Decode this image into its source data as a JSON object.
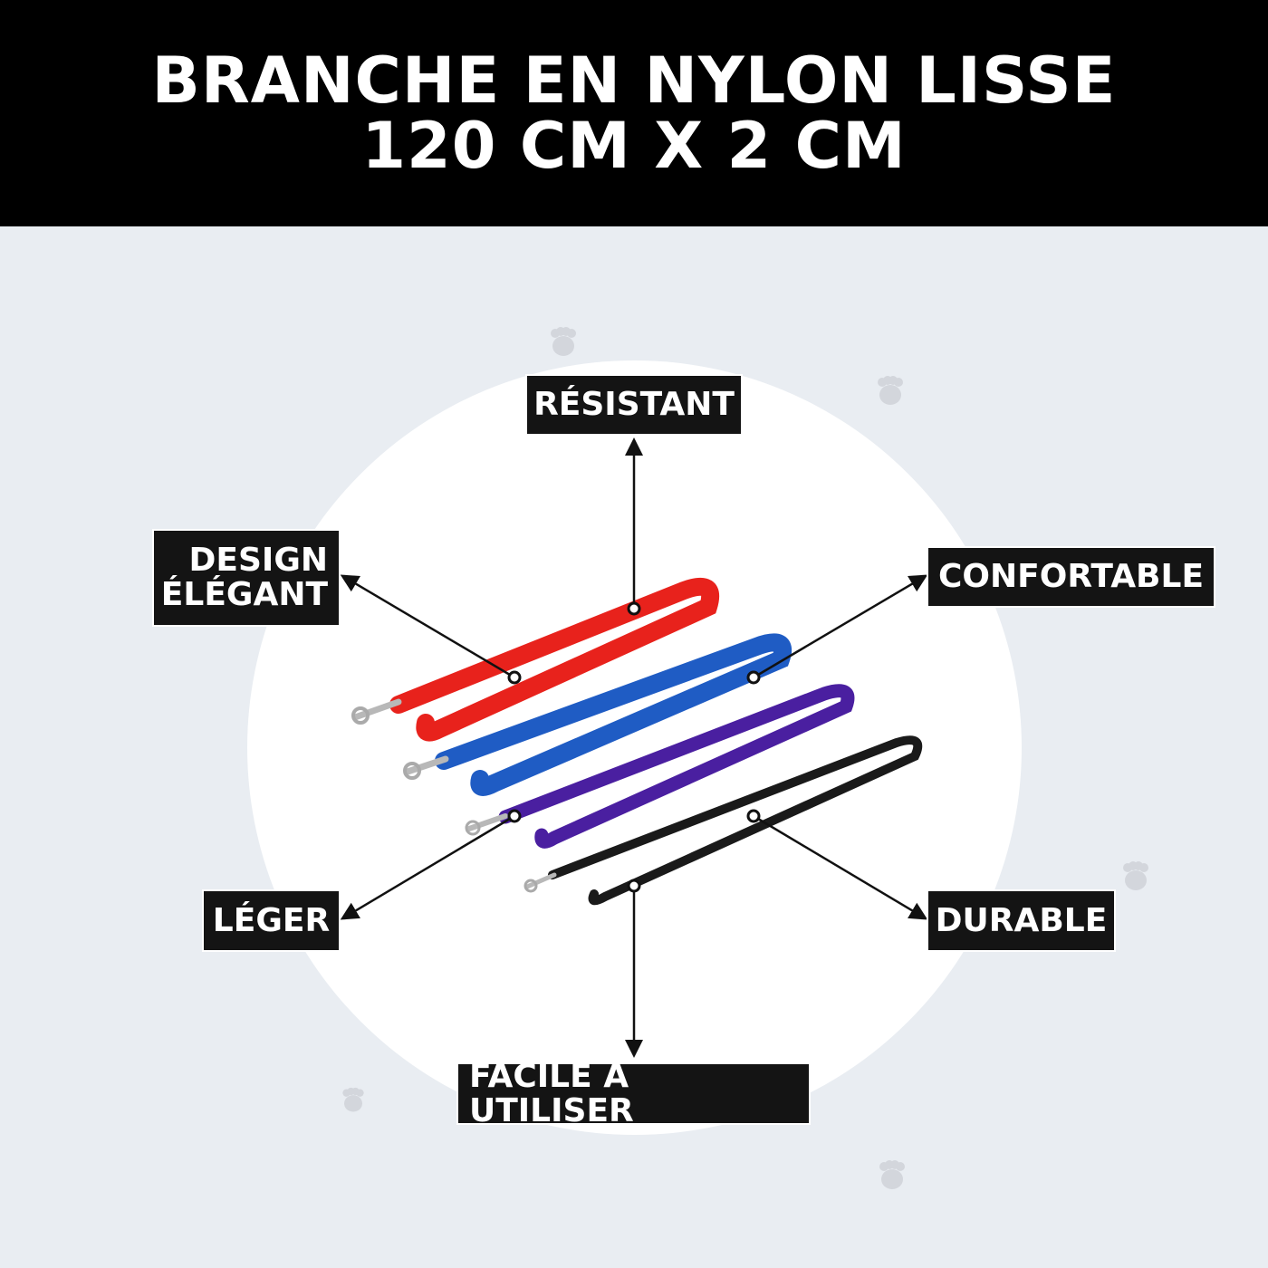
{
  "header": {
    "title": "BRANCHE EN NYLON LISSE 120 CM X 2 CM"
  },
  "features": {
    "top": "RÉSISTANT",
    "top_left": "DESIGN ÉLÉGANT",
    "top_right": "CONFORTABLE",
    "bottom_left": "LÉGER",
    "bottom_right": "DURABLE",
    "bottom": "FACILE À UTILISER"
  },
  "leash_colors": {
    "red": "#e8221c",
    "blue": "#1f5cc4",
    "purple": "#4a1fa0",
    "black": "#1a1a1a"
  },
  "colors": {
    "background": "#e9edf2",
    "header": "#000000",
    "label_bg": "#141414"
  }
}
